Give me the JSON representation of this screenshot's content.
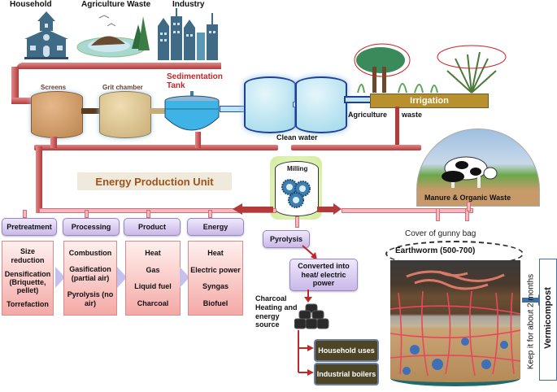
{
  "sources": {
    "household": "Household",
    "agriculture_waste": "Agriculture Waste",
    "industry": "Industry"
  },
  "treatment": {
    "screens": "Screens",
    "grit_chamber": "Grit chamber",
    "sedimentation_tank": "Sedimentation Tank",
    "clean_water": "Clean water"
  },
  "irrigation": {
    "label": "Irrigation",
    "agriculture": "Agriculture",
    "waste": "waste"
  },
  "manure": {
    "label": "Manure & Organic Waste"
  },
  "milling": {
    "label": "Milling"
  },
  "energy_unit": {
    "title": "Energy Production Unit",
    "columns": [
      {
        "header": "Pretreatment",
        "items": [
          "Size reduction",
          "Densification (Briquette, pellet)",
          "Torrefaction"
        ]
      },
      {
        "header": "Processing",
        "items": [
          "Combustion",
          "Gasification (partial air)",
          "Pyrolysis (no air)"
        ]
      },
      {
        "header": "Product",
        "items": [
          "Heat",
          "Gas",
          "Liquid fuel",
          "Charcoal"
        ]
      },
      {
        "header": "Energy",
        "items": [
          "Heat",
          "Electric power",
          "Syngas",
          "Biofuel"
        ]
      }
    ]
  },
  "pyrolysis": {
    "label": "Pyrolysis",
    "converted": "Converted into heat/ electric power",
    "charcoal_note": "Charcoal Heating and energy source",
    "uses": [
      "Household uses",
      "Industrial boilers"
    ]
  },
  "vermicompost": {
    "cover": "Cover of gunny bag",
    "earthworm": "Earthworm (500-700)",
    "duration": "Keep it for about  2 months",
    "product": "Vermicompost"
  },
  "colors": {
    "pipe": "#b43a3a",
    "header_purple": "#c9b8e8",
    "list_pink": "#f4a9a6",
    "irrigation": "#b8902e",
    "dark_box": "#4d4526",
    "title_brown": "#a0521c",
    "sediment_red": "#c0282a"
  }
}
